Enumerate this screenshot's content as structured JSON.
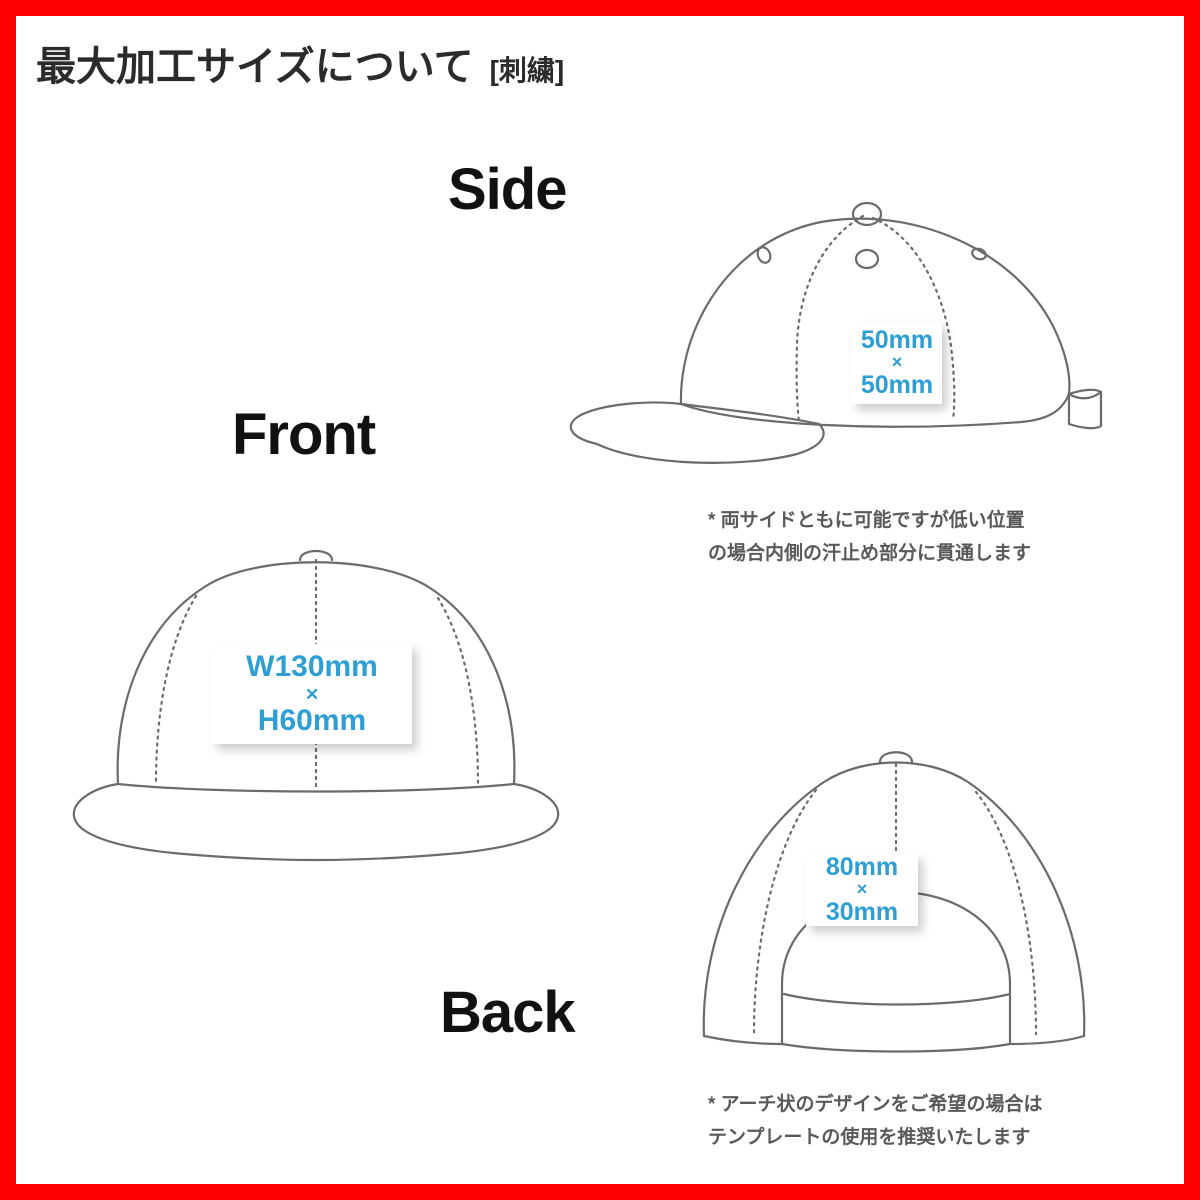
{
  "page": {
    "border_color": "#ff0000",
    "background": "#ffffff",
    "accent_color": "#2e9fd4",
    "line_color": "#6b6b6b",
    "text_color": "#2b2b2b"
  },
  "header": {
    "title": "最大加工サイズについて",
    "method_tag": "[刺繍]"
  },
  "views": {
    "side": {
      "label": "Side",
      "size": {
        "width": "50mm",
        "separator": "×",
        "height": "50mm"
      },
      "note_line1": "* 両サイドともに可能ですが低い位置",
      "note_line2": "の場合内側の汗止め部分に貫通します"
    },
    "front": {
      "label": "Front",
      "size": {
        "width": "W130mm",
        "separator": "×",
        "height": "H60mm"
      }
    },
    "back": {
      "label": "Back",
      "size": {
        "width": "80mm",
        "separator": "×",
        "height": "30mm"
      },
      "note_line1": "* アーチ状のデザインをご希望の場合は",
      "note_line2": "テンプレートの使用を推奨いたします"
    }
  }
}
